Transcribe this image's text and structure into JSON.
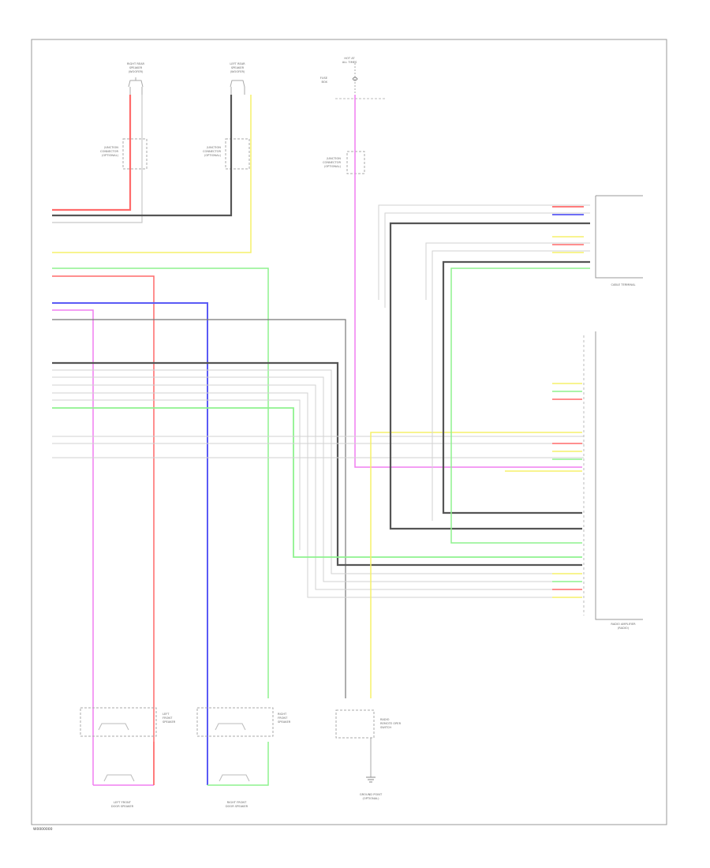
{
  "diagram": {
    "footer_code": "W0000000",
    "wire_colors": {
      "red": "#ff6a6a",
      "black": "#555555",
      "gray": "#bdbdbd",
      "yellow": "#f5f06a",
      "green": "#8ef28e",
      "pink": "#f07ef0",
      "blue": "#5a5af5"
    },
    "components": [
      {
        "id": "right-rear-speaker-top",
        "lines": [
          "RIGHT REAR",
          "SPEAKER",
          "(WOOFER)"
        ]
      },
      {
        "id": "left-rear-speaker-top",
        "lines": [
          "LEFT REAR",
          "SPEAKER",
          "(WOOFER)"
        ]
      },
      {
        "id": "fuse",
        "lines": [
          "HOT AT",
          "ALL TIMES"
        ]
      },
      {
        "id": "fuse-box",
        "lines": [
          "FUSE",
          "BOX"
        ]
      },
      {
        "id": "right-connector",
        "lines": [
          "JUNCTION",
          "CONNECTOR",
          "(OPTIONAL)"
        ]
      },
      {
        "id": "left-connector",
        "lines": [
          "JUNCTION",
          "CONNECTOR",
          "(OPTIONAL)"
        ]
      },
      {
        "id": "mid-connector",
        "lines": [
          "JUNCTION",
          "CONNECTOR",
          "(OPTIONAL)"
        ]
      },
      {
        "id": "cable-terminal",
        "lines": [
          "CABLE TERMINAL"
        ]
      },
      {
        "id": "radio-amp",
        "lines": [
          "RADIO AMPLIFIER",
          "(RADIO)"
        ]
      },
      {
        "id": "left-front-speaker",
        "lines": [
          "LEFT",
          "FRONT",
          "SPEAKER"
        ]
      },
      {
        "id": "right-front-speaker",
        "lines": [
          "RIGHT",
          "FRONT",
          "SPEAKER"
        ]
      },
      {
        "id": "left-front-door-speaker",
        "lines": [
          "LEFT FRONT",
          "DOOR SPEAKER"
        ]
      },
      {
        "id": "right-front-door-speaker",
        "lines": [
          "RIGHT FRONT",
          "DOOR SPEAKER"
        ]
      },
      {
        "id": "rear-switch",
        "lines": [
          "RADIO",
          "REMOTE OPER",
          "SWITCH"
        ]
      },
      {
        "id": "ground-point",
        "lines": [
          "GROUND POINT",
          "(OPTIONAL)"
        ]
      }
    ]
  }
}
